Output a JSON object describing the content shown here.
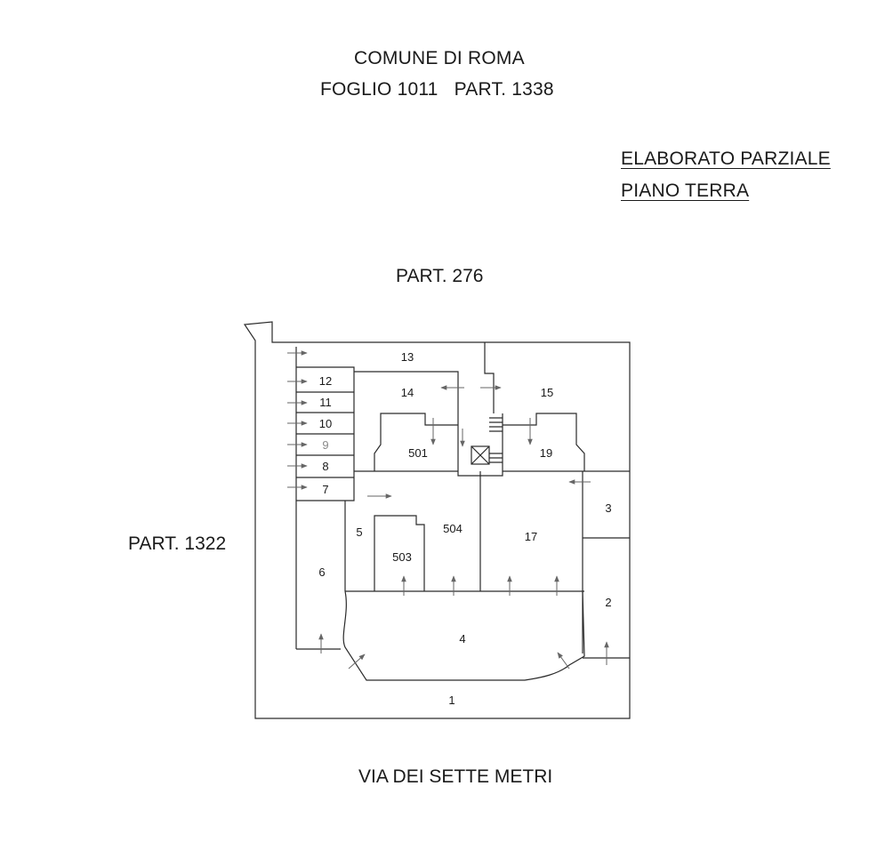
{
  "header": {
    "municipality": "COMUNE DI ROMA",
    "cadastral_ref": "FOGLIO 1011   PART. 1338"
  },
  "subtitle": {
    "line1": "ELABORATO PARZIALE",
    "line2": "PIANO TERRA"
  },
  "boundaries": {
    "north": "PART. 276",
    "west": "PART. 1322",
    "south": "VIA DEI SETTE METRI"
  },
  "units": {
    "u1": "1",
    "u2": "2",
    "u3": "3",
    "u4": "4",
    "u5": "5",
    "u6": "6",
    "u7": "7",
    "u8": "8",
    "u9": "9",
    "u10": "10",
    "u11": "11",
    "u12": "12",
    "u13": "13",
    "u14": "14",
    "u15": "15",
    "u17": "17",
    "u19": "19",
    "u501": "501",
    "u503": "503",
    "u504": "504"
  },
  "colors": {
    "ink": "#1a1a1a",
    "line": "#2a2a2a",
    "arrow": "#555555"
  }
}
